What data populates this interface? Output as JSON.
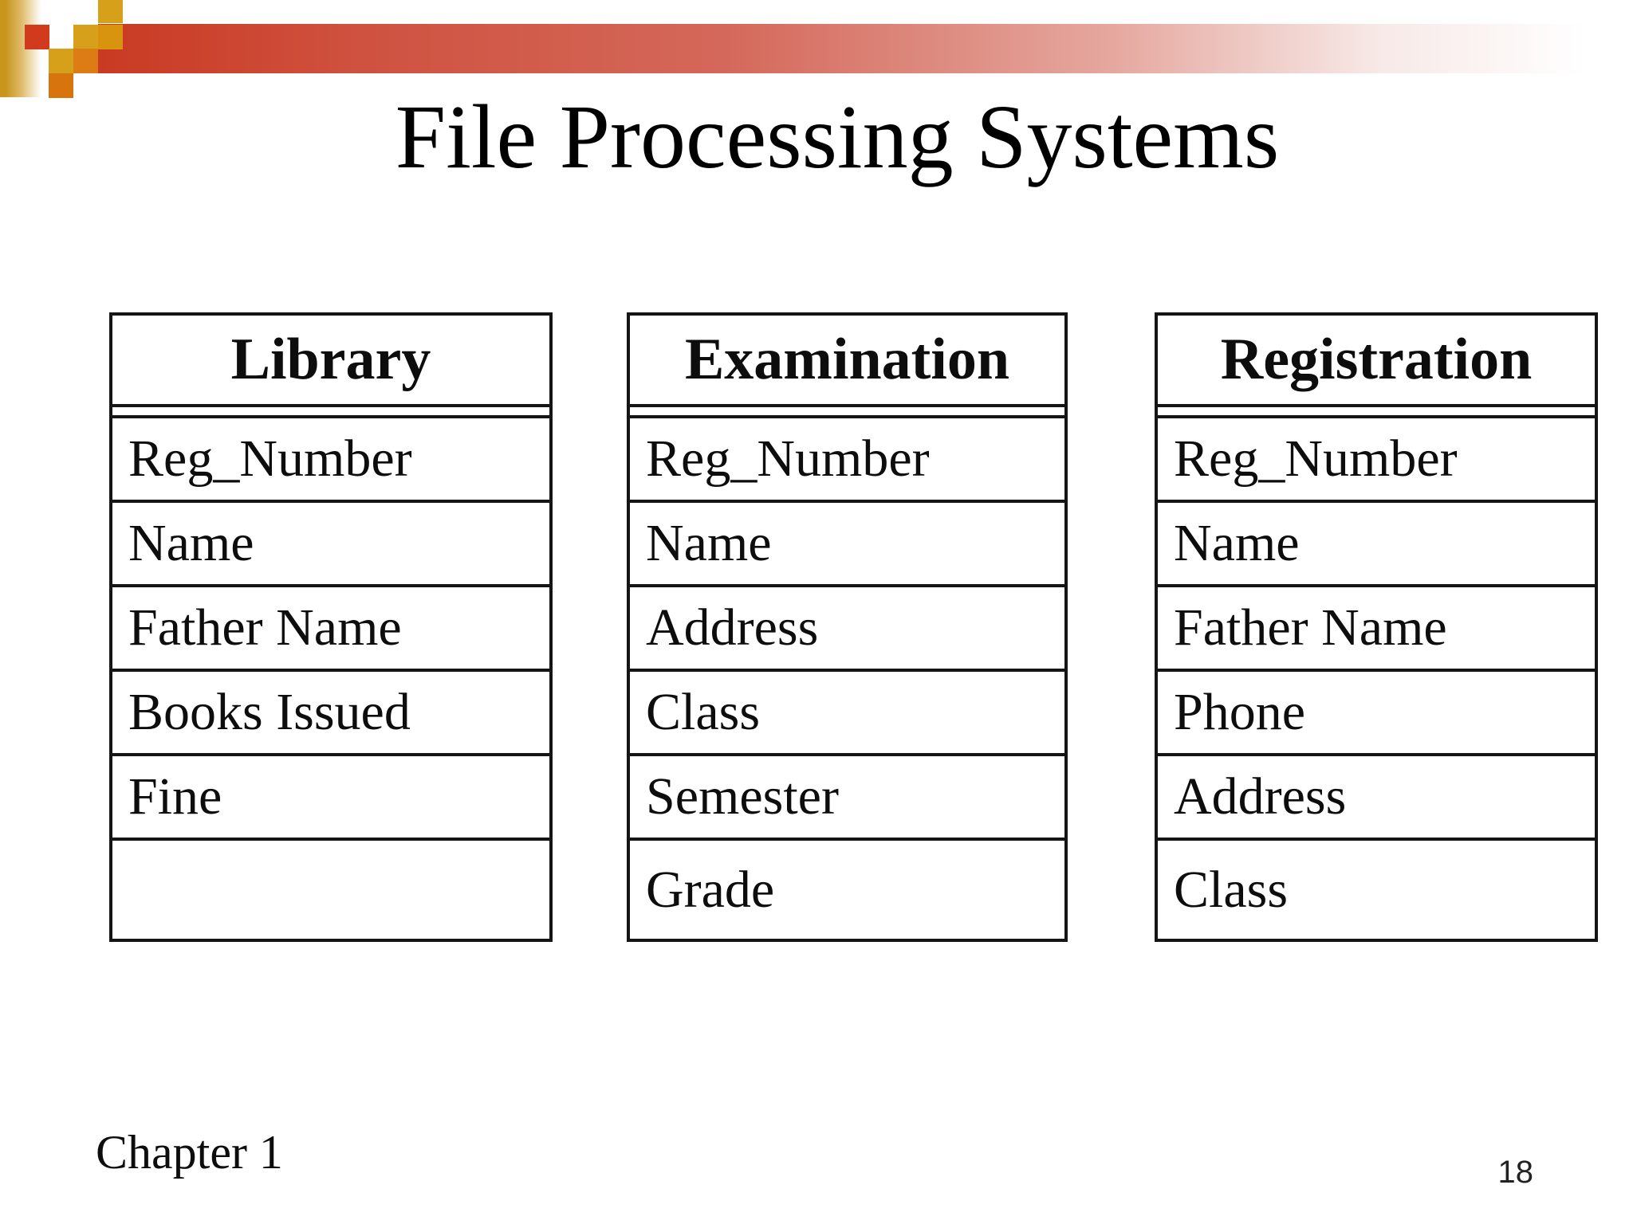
{
  "slide": {
    "title": "File Processing Systems",
    "footer_left": "Chapter 1",
    "page_number": "18"
  },
  "tables": [
    {
      "title": "Library",
      "rows": [
        "Reg_Number",
        "Name",
        "Father Name",
        "Books Issued",
        "Fine",
        ""
      ]
    },
    {
      "title": "Examination",
      "rows": [
        "Reg_Number",
        "Name",
        "Address",
        "Class",
        "Semester",
        "Grade"
      ]
    },
    {
      "title": "Registration",
      "rows": [
        "Reg_Number",
        "Name",
        "Father Name",
        "Phone",
        "Address",
        "Class"
      ]
    }
  ],
  "theme": {
    "gold": "#d7a01b",
    "red_square": "#d23a1e",
    "ochre": "#d8930f",
    "orange": "#dd7c14",
    "orange_deep": "#d8740e",
    "vbar_gold": "#c9961c",
    "bar_red": "#c93a22",
    "bar_mid": "#d4685a",
    "bar_pale": "#f7e9e7",
    "border": "#151515",
    "text": "#0d0d0d"
  }
}
